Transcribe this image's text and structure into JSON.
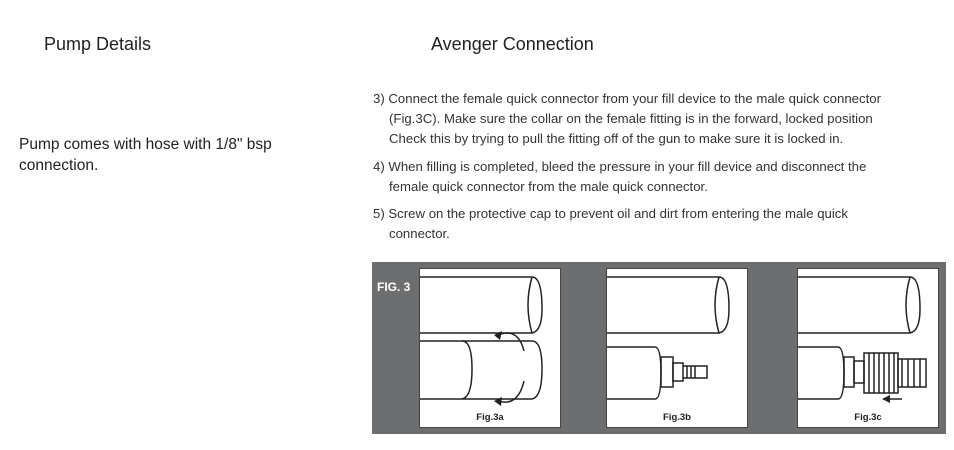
{
  "left": {
    "title": "Pump Details",
    "text": "Pump comes with hose with 1/8\" bsp connection."
  },
  "right": {
    "title": "Avenger Connection",
    "steps": [
      {
        "line1": "3) Connect the female quick connector from your fill device to the male quick connector",
        "line2": "(Fig.3C). Make sure the collar on the female fitting is in the forward, locked position",
        "line3": "Check this by trying to pull the fitting off of the gun to make sure it is locked in."
      },
      {
        "line1": "4) When filling is completed, bleed the pressure in your fill device and disconnect the",
        "line2": "female quick connector from the male quick connector."
      },
      {
        "line1": "5) Screw on the protective cap to prevent oil and dirt from entering the male quick",
        "line2": "connector."
      }
    ]
  },
  "figure": {
    "label": "FIG. 3",
    "panel_color": "#6d6e70",
    "captions": [
      "Fig.3a",
      "Fig.3b",
      "Fig.3c"
    ]
  }
}
